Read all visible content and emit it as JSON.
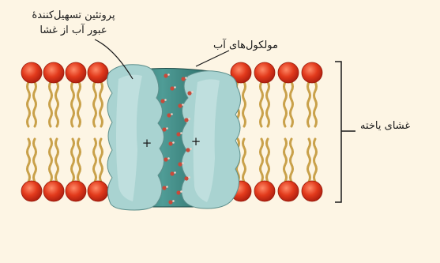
{
  "labels": {
    "protein_line1": "پروتئین تسهیل‌کنندهٔ",
    "protein_line2": "عبور آب از غشا",
    "water": "مولکول‌های آب",
    "membrane": "غشای یاخته"
  },
  "symbols": {
    "plus": "+"
  },
  "colors": {
    "lipid_head": "#e23a1c",
    "lipid_tail": "#c9a14a",
    "protein": "#a9d3d1",
    "channel": "#3f8b86",
    "water_dot": "#c84a3a",
    "background": "#fdf5e4"
  }
}
